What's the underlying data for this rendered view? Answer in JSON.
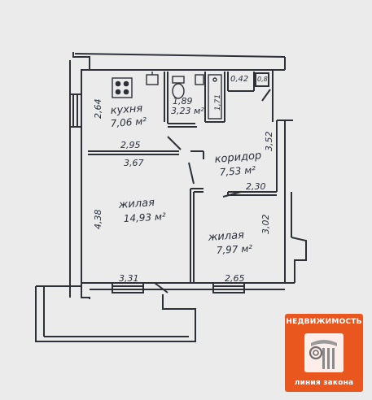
{
  "plan": {
    "rooms": {
      "kitchen": {
        "name": "кухня",
        "area": "7,06 м²"
      },
      "bathroom": {
        "width": "1,89",
        "area": "3,23 м²"
      },
      "corridor": {
        "name": "коридор",
        "area": "7,53 м²"
      },
      "living1": {
        "name": "жилая",
        "area": "14,93 м²"
      },
      "living2": {
        "name": "жилая",
        "area": "7,97 м²"
      }
    },
    "dimensions": {
      "kitchen_height": "2,64",
      "kitchen_width": "2,95",
      "bath_inner": "1,71",
      "toilet_1": "0,42",
      "toilet_2": "0,8",
      "corridor_height": "3,52",
      "living1_top": "3,67",
      "living1_height": "4,38",
      "living1_bottom": "3,31",
      "corridor_step": "2,30",
      "living2_height": "3,02",
      "living2_bottom": "2,65"
    }
  },
  "logo": {
    "top_text": "НЕДВИЖИМОСТЬ",
    "bottom_text": "линия закона",
    "bg_color": "#e9571f"
  }
}
